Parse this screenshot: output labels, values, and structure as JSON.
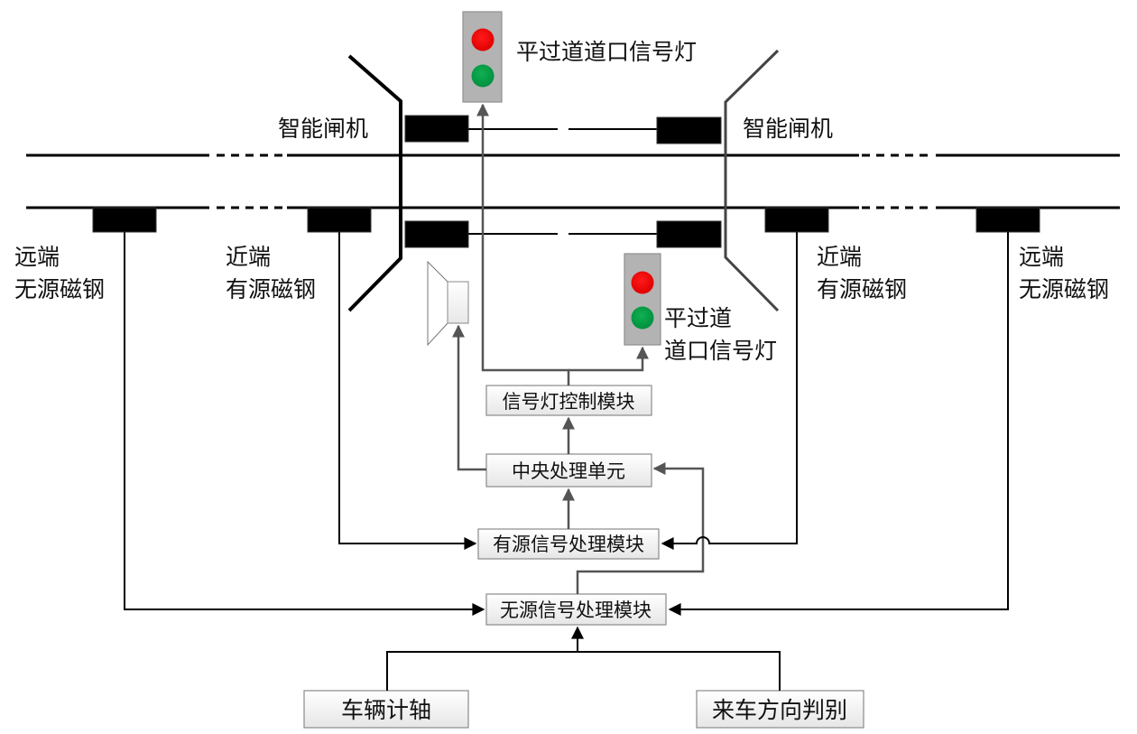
{
  "title": "平过道道口信号控制系统示意图",
  "signals": {
    "top": {
      "label": "平过道道口信号灯",
      "lamps": [
        "red",
        "green"
      ]
    },
    "bottom": {
      "label_line1": "平过道",
      "label_line2": "道口信号灯",
      "lamps": [
        "red",
        "green"
      ]
    }
  },
  "gates": {
    "left_label": "智能闸机",
    "right_label": "智能闸机"
  },
  "magnets": {
    "far_left": {
      "line1": "远端",
      "line2": "无源磁钢"
    },
    "near_left": {
      "line1": "近端",
      "line2": "有源磁钢"
    },
    "near_right": {
      "line1": "近端",
      "line2": "有源磁钢"
    },
    "far_right": {
      "line1": "远端",
      "line2": "无源磁钢"
    }
  },
  "modules": {
    "signal_control": "信号灯控制模块",
    "cpu": "中央处理单元",
    "active_processing": "有源信号处理模块",
    "passive_processing": "无源信号处理模块",
    "axle_counter": "车辆计轴",
    "direction_detect": "来车方向判别"
  },
  "devices": {
    "speaker": "speaker-icon"
  },
  "colors": {
    "lamp_red": "#ee0000",
    "lamp_green": "#00a040",
    "housing": "#b3b3b3",
    "connector_dark": "#000000",
    "connector_gray": "#555555"
  }
}
